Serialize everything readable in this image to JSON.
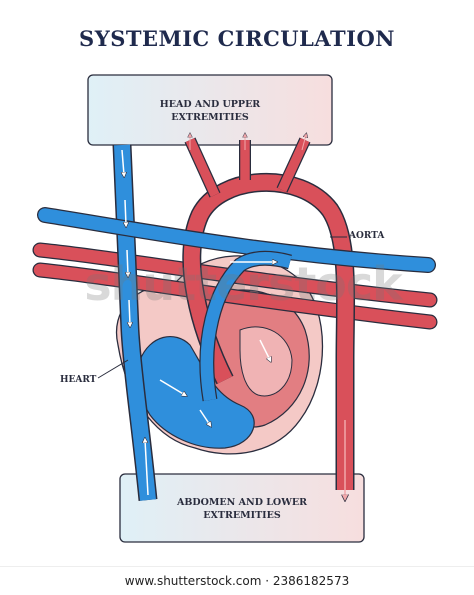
{
  "title": "SYSTEMIC CIRCULATION",
  "labels": {
    "top_box_line1": "HEAD AND UPPER",
    "top_box_line2": "EXTREMITIES",
    "bottom_box_line1": "ABDOMEN AND LOWER",
    "bottom_box_line2": "EXTREMITIES",
    "aorta": "AORTA",
    "heart": "HEART"
  },
  "watermark": "shutterstock",
  "footer": "www.shutterstock.com · 2386182573",
  "colors": {
    "arterial": "#d9505a",
    "arterial_dark": "#b93a45",
    "venous": "#2f8fdc",
    "venous_dark": "#1f6fb8",
    "outline": "#2a2d3e",
    "heart_pink": "#f4c9c6",
    "box_blue": "#dff0f7",
    "box_pink": "#f7dede"
  }
}
